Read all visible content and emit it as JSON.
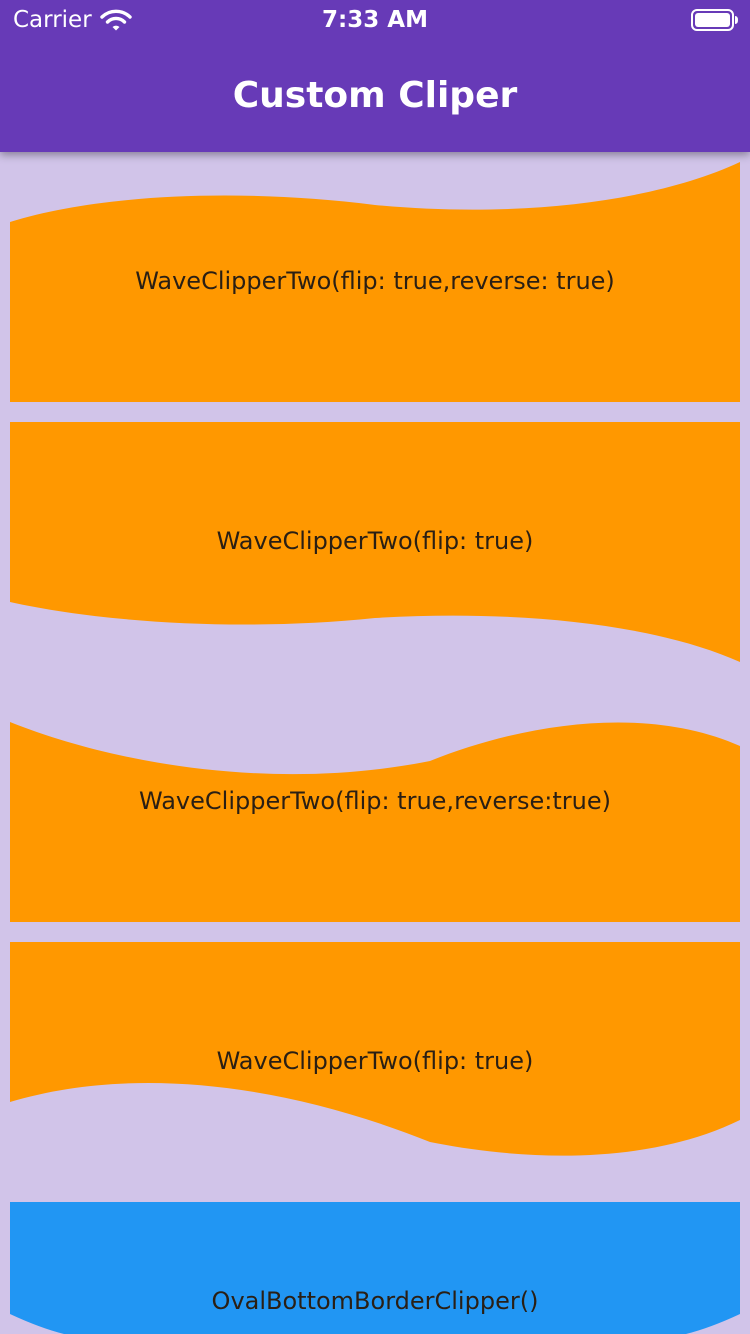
{
  "status_bar": {
    "carrier": "Carrier",
    "time": "7:33 AM"
  },
  "app_bar": {
    "title": "Custom Cliper"
  },
  "colors": {
    "app_bar": "#673AB7",
    "background": "#D1C4E9",
    "orange": "#FF9800",
    "blue": "#2196F3"
  },
  "clippers": [
    {
      "label": "WaveClipperTwo(flip: true,reverse: true)",
      "color": "#FF9800"
    },
    {
      "label": "WaveClipperTwo(flip: true)",
      "color": "#FF9800"
    },
    {
      "label": "WaveClipperTwo(flip: true,reverse:true)",
      "color": "#FF9800"
    },
    {
      "label": "WaveClipperTwo(flip: true)",
      "color": "#FF9800"
    },
    {
      "label": "OvalBottomBorderClipper()",
      "color": "#2196F3"
    }
  ]
}
